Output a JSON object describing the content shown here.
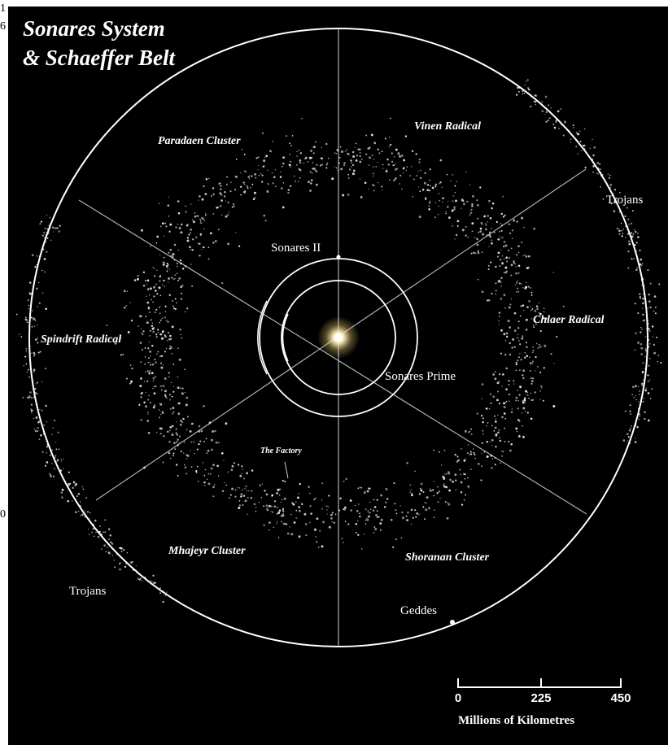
{
  "edge_marks": [
    "1",
    "6",
    "0"
  ],
  "title": {
    "line1": "Sonares System",
    "line2": "& Schaeffer Belt"
  },
  "regions": {
    "paradaen": "Paradaen Cluster",
    "vinen": "Vinen Radical",
    "chlaer": "Chlaer Radical",
    "spindrift": "Spindrift Radical",
    "mhajeyr": "Mhajeyr Cluster",
    "shoranan": "Shoranan Cluster",
    "factory": "The Factory"
  },
  "bodies": {
    "sonares_ii": "Sonares II",
    "sonares_prime": "Sonares Prime",
    "geddes": "Geddes",
    "trojans_east": "Trojans",
    "trojans_west": "Trojans"
  },
  "scale": {
    "ticks": [
      "0",
      "225",
      "450"
    ],
    "unit": "Millions of Kilometres"
  },
  "colors": {
    "background": "#000000",
    "lines": "#ffffff",
    "asteroids": "#e6e6e6",
    "sun_core": "#ffffff",
    "sun_glow": "#f6d77a"
  }
}
